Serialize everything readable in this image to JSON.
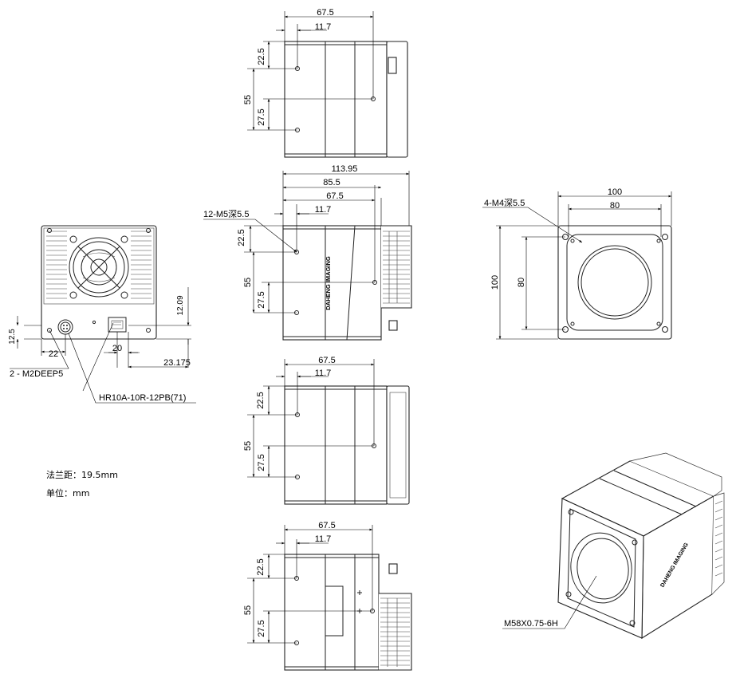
{
  "notes": {
    "flange_distance": "法兰距：19.5mm",
    "units": "单位：mm"
  },
  "labels": {
    "back_m2_callout": "2 - M2DEEP5",
    "back_hr_callout": "HR10A-10R-12PB(71)",
    "side_m5_callout": "12-M5深5.5",
    "front_m4_callout": "4-M4深5.5",
    "iso_thread_callout": "M58X0.75-6H",
    "logo_text": "DAHENG IMAGING"
  },
  "dims": {
    "back_12_5": "12.5",
    "back_22": "22",
    "back_20": "20",
    "back_23_175": "23.175",
    "back_12_09": "12.09",
    "top_67_5": "67.5",
    "top_11_7": "11.7",
    "top_22_5": "22.5",
    "top_55": "55",
    "top_27_5": "27.5",
    "side_113_95": "113.95",
    "side_85_5": "85.5",
    "side_67_5": "67.5",
    "side_11_7": "11.7",
    "side_22_5": "22.5",
    "side_55": "55",
    "side_27_5": "27.5",
    "front_100_w": "100",
    "front_80_w": "80",
    "front_100_h": "100",
    "front_80_h": "80",
    "bottom_67_5": "67.5",
    "bottom_11_7": "11.7",
    "bottom_22_5": "22.5",
    "bottom_55": "55",
    "bottom_27_5": "27.5",
    "base_67_5": "67.5",
    "base_11_7": "11.7",
    "base_22_5": "22.5",
    "base_55": "55",
    "base_27_5": "27.5"
  }
}
